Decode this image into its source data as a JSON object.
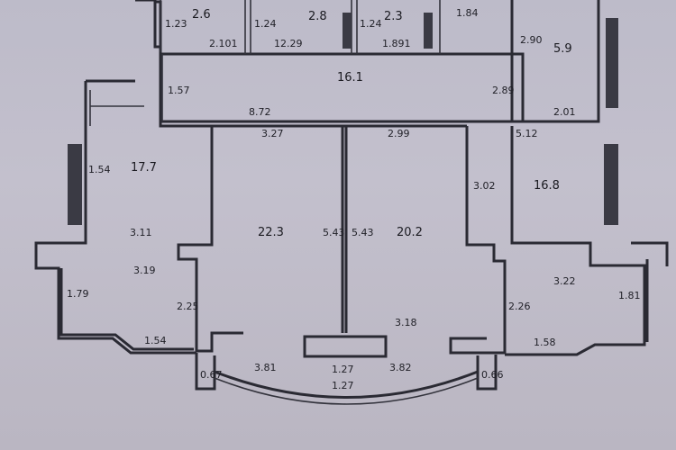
{
  "plan": {
    "rooms": [
      {
        "id": "wc-1",
        "area": "2.6"
      },
      {
        "id": "wc-2",
        "area": "2.8"
      },
      {
        "id": "wc-3",
        "area": "2.3"
      },
      {
        "id": "kitchen",
        "area": "5.9"
      },
      {
        "id": "hall",
        "area": "16.1"
      },
      {
        "id": "bedroom-left",
        "area": "17.7"
      },
      {
        "id": "bedroom-mid-left",
        "area": "22.3"
      },
      {
        "id": "bedroom-mid-right",
        "area": "20.2"
      },
      {
        "id": "bedroom-right",
        "area": "16.8"
      }
    ],
    "dimensions": [
      "1.23",
      "2.101",
      "1.24",
      "12.29",
      "1.24",
      "1.891",
      "1.84",
      "2.90",
      "1.57",
      "2.89",
      "8.72",
      "2.01",
      "3.27",
      "2.99",
      "5.12",
      "1.54",
      "3.02",
      "3.11",
      "5.43",
      "5.43",
      "3.19",
      "3.22",
      "1.79",
      "2.25",
      "2.26",
      "1.81",
      "1.54",
      "3.18",
      "1.58",
      "0.67",
      "3.81",
      "1.27",
      "1.27",
      "3.82",
      "0.66"
    ]
  }
}
